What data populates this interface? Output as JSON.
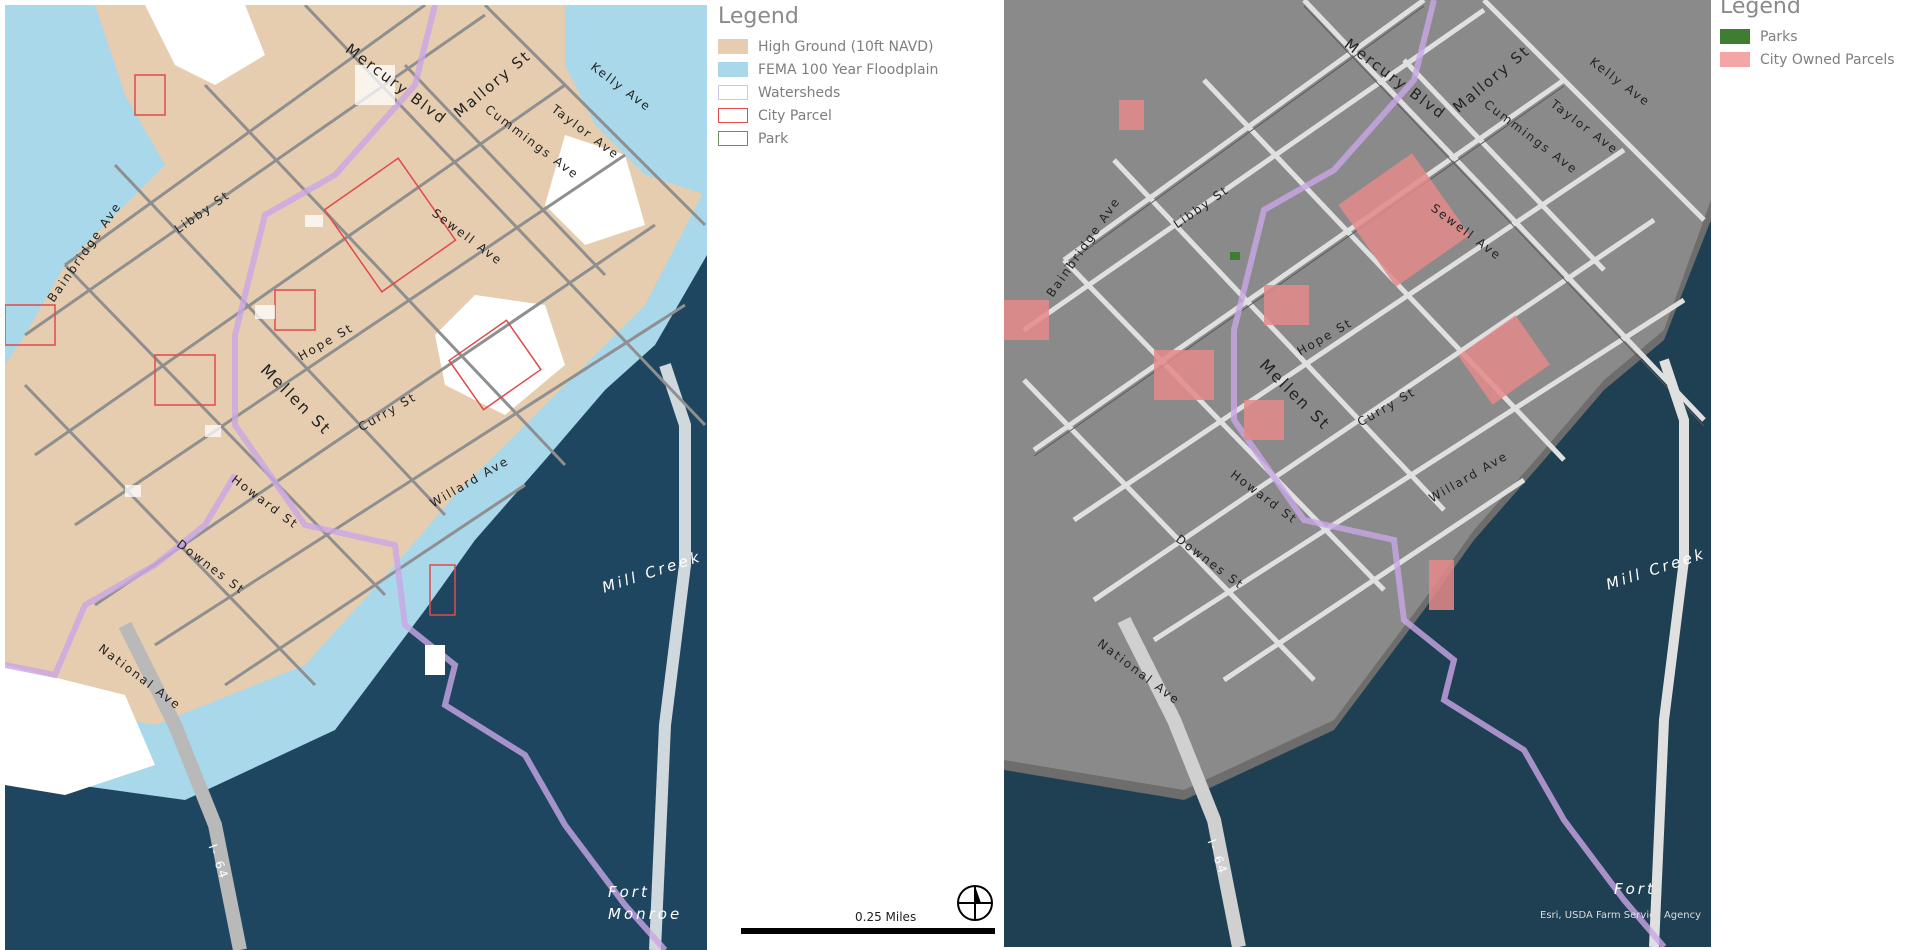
{
  "left_legend": {
    "title": "Legend",
    "items": [
      {
        "label": "High Ground (10ft NAVD)",
        "fill": "#e6cdb0",
        "stroke": "#e6cdb0"
      },
      {
        "label": "FEMA 100 Year Floodplain",
        "fill": "#a8d8ea",
        "stroke": "#a8d8ea"
      },
      {
        "label": "Watersheds",
        "fill": "#ffffff",
        "stroke": "#c9c9e6"
      },
      {
        "label": "City Parcel",
        "fill": "#ffffff",
        "stroke": "#e04a4a"
      },
      {
        "label": "Park",
        "fill": "#ffffff",
        "stroke": "#6d8f5a"
      }
    ]
  },
  "right_legend": {
    "title": "Legend",
    "items": [
      {
        "label": "Parks",
        "fill": "#3e7d32",
        "stroke": "#3e7d32"
      },
      {
        "label": "City Owned Parcels",
        "fill": "#f4a6a6",
        "stroke": "#f4a6a6"
      }
    ]
  },
  "scale": {
    "label": "0.25 Miles"
  },
  "labels": {
    "mercury": "Mercury Blvd",
    "mallory": "Mallory St",
    "cummings": "Cummings Ave",
    "kelly": "Kelly Ave",
    "taylor": "Taylor Ave",
    "libby": "Libby St",
    "bainbridge": "Bainbridge Ave",
    "sewell": "Sewell Ave",
    "hope": "Hope St",
    "mellen": "Mellen St",
    "curry": "Curry St",
    "willard": "Willard Ave",
    "howard": "Howard St",
    "downes": "Downes St",
    "national": "National Ave",
    "i64": "I- 64",
    "millcreek": "Mill Creek",
    "fort": "Fort",
    "monroe": "Monroe"
  },
  "attribution": "Esri, USDA Farm Service Agency",
  "colors": {
    "water": "#1f4660",
    "floodplain": "#a8d8ea",
    "highground": "#e6cdb0",
    "lowland": "#ffffff",
    "road": "#8f8f8f",
    "parcel": "#e04a4a",
    "watershed": "#c9a6e6",
    "imagery": "#707070",
    "city_parcel_fill": "#e58a8a"
  }
}
